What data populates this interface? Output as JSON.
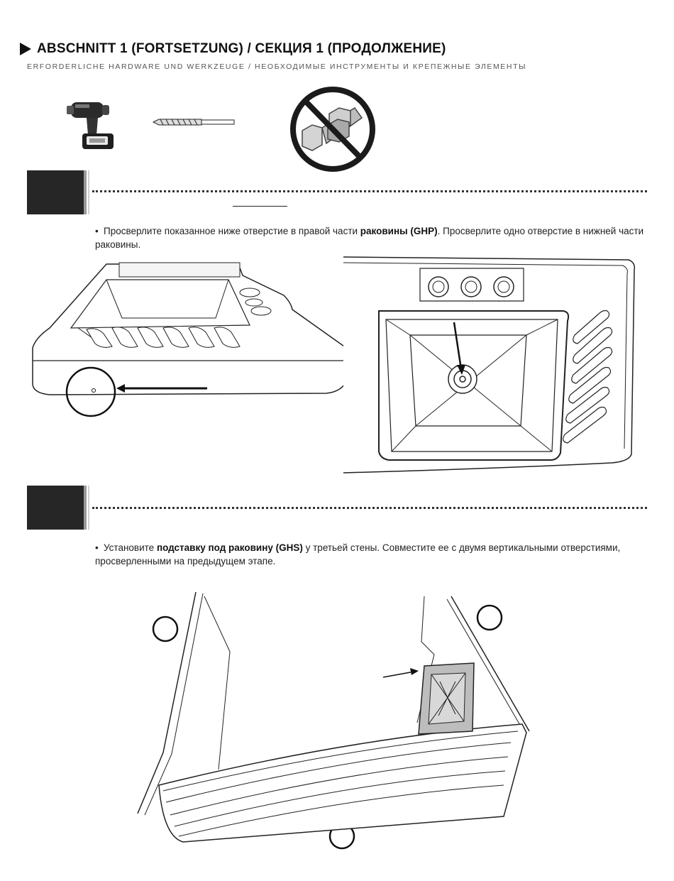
{
  "header": {
    "title": "ABSCHNITT 1 (FORTSETZUNG) / СЕКЦИЯ 1 (ПРОДОЛЖЕНИЕ)",
    "subtitle": "ERFORDERLICHE HARDWARE UND WERKZEUGE / НЕОБХОДИМЫЕ ИНСТРУМЕНТЫ И КРЕПЕЖНЫЕ ЭЛЕМЕНТЫ"
  },
  "tools": {
    "items": [
      {
        "icon": "drill-icon"
      },
      {
        "icon": "drill-bit-icon"
      },
      {
        "icon": "no-hardware-icon"
      }
    ]
  },
  "steps": [
    {
      "text_before": "Просверлите показанное ниже отверстие в правой части ",
      "text_bold": "раковины (GHP)",
      "text_after": ". Просверлите одно отверстие в нижней части раковины."
    },
    {
      "text_before": "Установите ",
      "text_bold": "подставку под раковину (GHS)",
      "text_after": " у третьей стены. Совместите ее с двумя вертикальными отверстиями, просверленными на предыдущем этапе."
    }
  ]
}
